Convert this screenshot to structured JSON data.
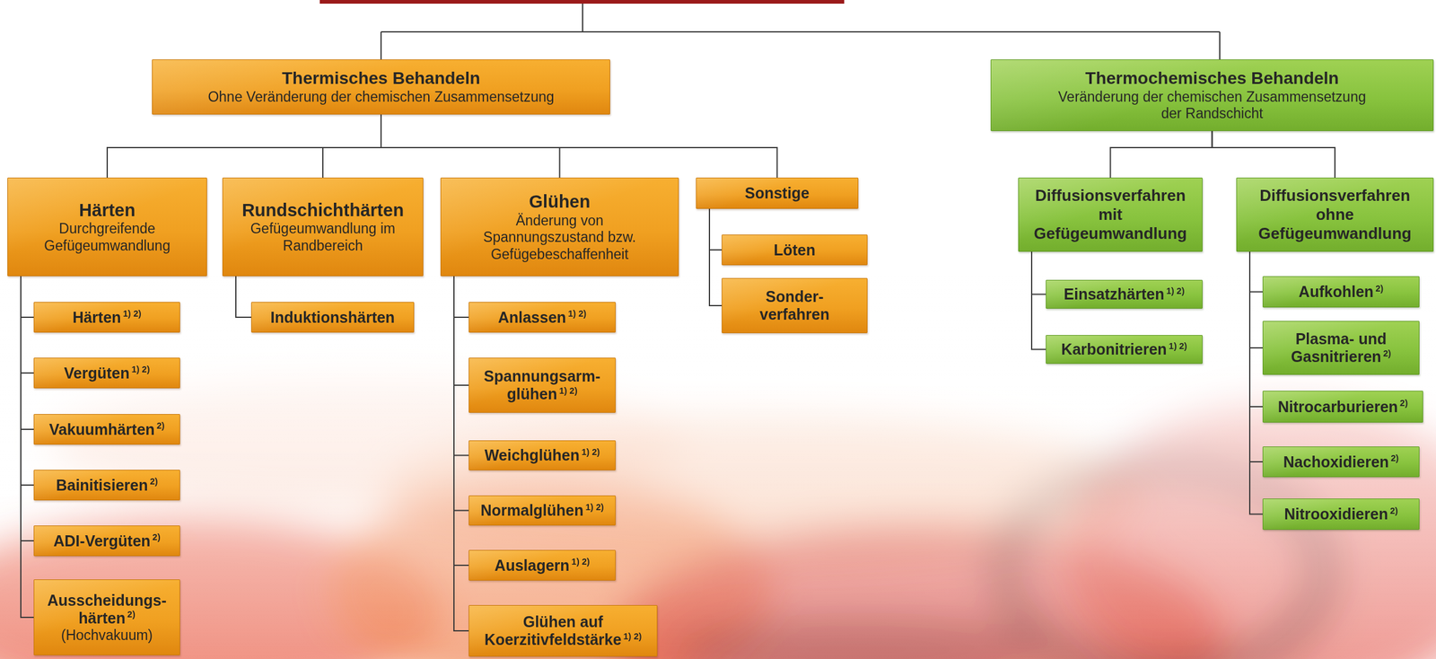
{
  "diagram": {
    "nodes": [
      {
        "text": [
          "Thermisches Behandeln",
          "Ohne Veränderung der chemischen Zusammensetzung"
        ]
      },
      {
        "text": [
          "Thermochemisches Behandeln",
          "Veränderung der chemischen Zusammensetzung der Randschicht"
        ]
      },
      {
        "text": [
          "Härten",
          "Durchgreifende Gefügeumwandlung"
        ]
      },
      {
        "text": [
          "Rundschichthärten",
          "Gefügeumwandlung im Randbereich"
        ]
      },
      {
        "text": [
          "Glühen",
          "Änderung von Spannungszustand bzw. Gefügebeschaffenheit"
        ]
      },
      {
        "text": [
          "Sonstige"
        ]
      },
      {
        "text": [
          "Diffusionsverfahren mit Gefügeumwandlung"
        ]
      },
      {
        "text": [
          "Diffusionsverfahren ohne Gefügeumwandlung"
        ]
      },
      {
        "text": [
          "Härten",
          "1) 2)"
        ]
      },
      {
        "text": [
          "Vergüten",
          "1) 2)"
        ]
      },
      {
        "text": [
          "Vakuumhärten",
          "2)"
        ]
      },
      {
        "text": [
          "Bainitisieren",
          "2)"
        ]
      },
      {
        "text": [
          "ADI-Vergüten",
          "2)"
        ]
      },
      {
        "text": [
          "Ausscheidungs- härten",
          "2)",
          "(Hochvakuum)"
        ]
      },
      {
        "text": [
          "Induktionshärten"
        ]
      },
      {
        "text": [
          "Anlassen",
          "1) 2)"
        ]
      },
      {
        "text": [
          "Spannungsarm- glühen",
          "1) 2)"
        ]
      },
      {
        "text": [
          "Weichglühen",
          "1) 2)"
        ]
      },
      {
        "text": [
          "Normalglühen",
          "1) 2)"
        ]
      },
      {
        "text": [
          "Auslagern",
          "1) 2)"
        ]
      },
      {
        "text": [
          "Glühen auf Koerzitivfeldstärke",
          "1) 2)"
        ]
      },
      {
        "text": [
          "Löten"
        ]
      },
      {
        "text": [
          "Sonder- verfahren"
        ]
      },
      {
        "text": [
          "Einsatzhärten",
          "1) 2)"
        ]
      },
      {
        "text": [
          "Karbonitrieren",
          "1) 2)"
        ]
      },
      {
        "text": [
          "Aufkohlen",
          "2)"
        ]
      },
      {
        "text": [
          "Plasma- und Gasnitrieren",
          "2)"
        ]
      },
      {
        "text": [
          "Nitrocarburieren",
          "2)"
        ]
      },
      {
        "text": [
          "Nachoxidieren",
          "2)"
        ]
      },
      {
        "text": [
          "Nitrooxidieren",
          "2)"
        ]
      }
    ],
    "edges": [
      {
        "from": 0,
        "to": 2,
        "arrow": "none"
      },
      {
        "from": 0,
        "to": 3,
        "arrow": "none"
      },
      {
        "from": 0,
        "to": 4,
        "arrow": "none"
      },
      {
        "from": 0,
        "to": 5,
        "arrow": "none"
      },
      {
        "from": 1,
        "to": 6,
        "arrow": "none"
      },
      {
        "from": 1,
        "to": 7,
        "arrow": "none"
      },
      {
        "from": 2,
        "to": 8,
        "arrow": "none"
      },
      {
        "from": 2,
        "to": 9,
        "arrow": "none"
      },
      {
        "from": 2,
        "to": 10,
        "arrow": "none"
      },
      {
        "from": 2,
        "to": 11,
        "arrow": "none"
      },
      {
        "from": 2,
        "to": 12,
        "arrow": "none"
      },
      {
        "from": 2,
        "to": 13,
        "arrow": "none"
      },
      {
        "from": 3,
        "to": 14,
        "arrow": "none"
      },
      {
        "from": 4,
        "to": 15,
        "arrow": "none"
      },
      {
        "from": 4,
        "to": 16,
        "arrow": "none"
      },
      {
        "from": 4,
        "to": 17,
        "arrow": "none"
      },
      {
        "from": 4,
        "to": 18,
        "arrow": "none"
      },
      {
        "from": 4,
        "to": 19,
        "arrow": "none"
      },
      {
        "from": 4,
        "to": 20,
        "arrow": "none"
      },
      {
        "from": 5,
        "to": 21,
        "arrow": "none"
      },
      {
        "from": 5,
        "to": 22,
        "arrow": "none"
      },
      {
        "from": 6,
        "to": 23,
        "arrow": "none"
      },
      {
        "from": 6,
        "to": 24,
        "arrow": "none"
      },
      {
        "from": 7,
        "to": 25,
        "arrow": "none"
      },
      {
        "from": 7,
        "to": 26,
        "arrow": "none"
      },
      {
        "from": 7,
        "to": 27,
        "arrow": "none"
      },
      {
        "from": 7,
        "to": 28,
        "arrow": "none"
      },
      {
        "from": 7,
        "to": 29,
        "arrow": "none"
      }
    ]
  }
}
